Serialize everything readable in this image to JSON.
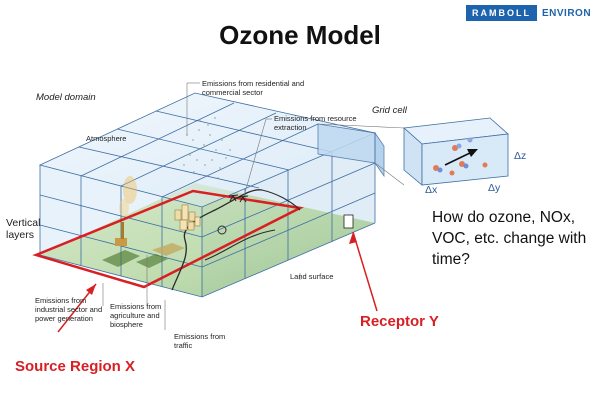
{
  "title": "Ozone Model",
  "logo": {
    "brand": "RAMBOLL",
    "partner": "ENVIRON"
  },
  "labels": {
    "model_domain": "Model domain",
    "emissions_residential": "Emissions from residential and commercial sector",
    "emissions_resource": "Emissions from resource extraction",
    "grid_cell": "Grid cell",
    "atmosphere": "Atmosphere",
    "vertical_layers": "Vertical layers",
    "emissions_industrial": "Emissions from industrial sector and power generation",
    "emissions_agriculture": "Emissions from agriculture and biosphere",
    "emissions_traffic": "Emissions from traffic",
    "land_surface": "Land surface",
    "dz": "Δz",
    "dx": "Δx",
    "dy": "Δy"
  },
  "question": "How do ozone, NOx, VOC, etc. change with time?",
  "receptor": "Receptor Y",
  "source_region": "Source Region X",
  "colors": {
    "source_outline": "#d81f24",
    "receptor_text": "#d81f24",
    "grid_line": "#3e6ea3",
    "sky": "#dcecf8",
    "ground": "#8cbf3f",
    "brand": "#1e63ae"
  }
}
